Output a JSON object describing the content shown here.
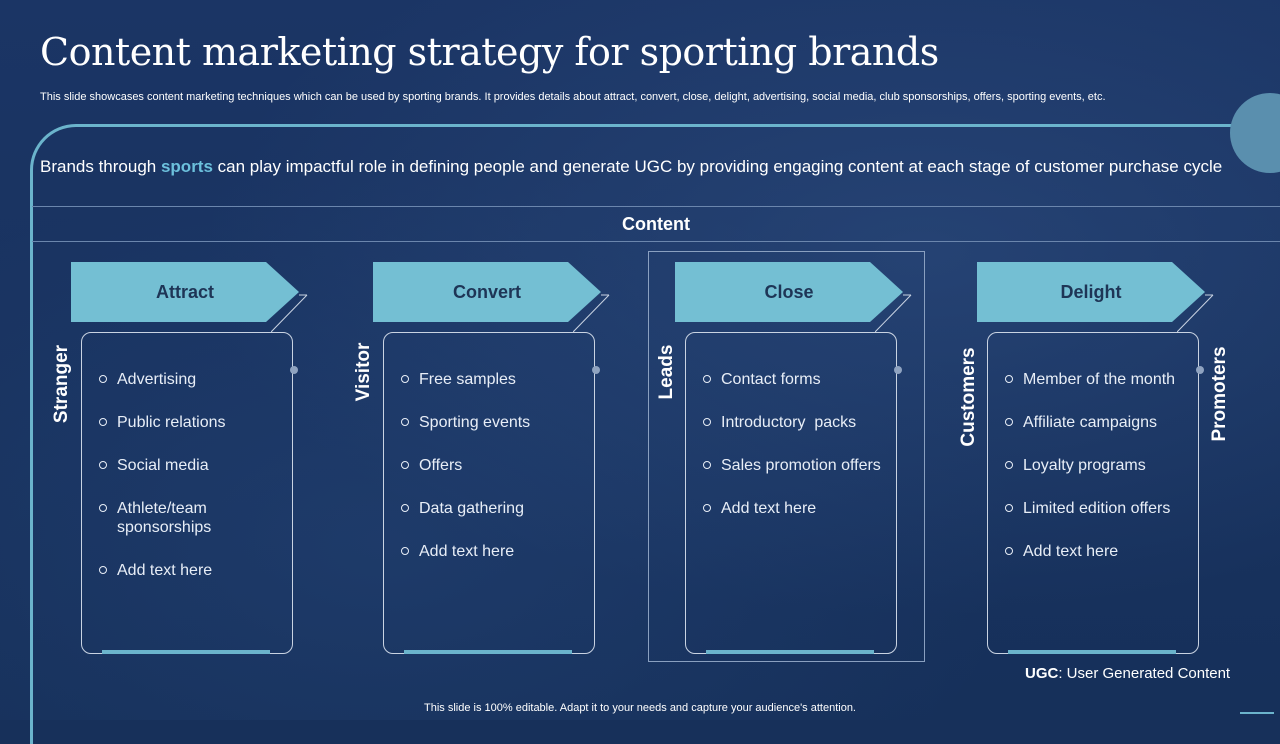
{
  "slide": {
    "title": "Content marketing strategy for sporting brands",
    "subtitle": "This slide showcases content marketing techniques which can be used by sporting brands. It provides details about attract, convert, close, delight, advertising, social media, club sponsorships, offers, sporting events, etc.",
    "intro_before": "Brands through ",
    "intro_highlight": "sports",
    "intro_after": " can play impactful role in defining people and generate UGC by providing engaging content at each stage of customer purchase cycle",
    "content_heading": "Content",
    "ugc_abbr": "UGC",
    "ugc_rest": ": User Generated Content",
    "footer": "This slide is 100% editable. Adapt it to your needs and capture your audience's attention."
  },
  "side_labels": [
    "Stranger",
    "Visitor",
    "Leads",
    "Customers",
    "Promoters"
  ],
  "stages": [
    {
      "label": "Attract",
      "items": [
        "Advertising",
        "Public relations",
        "Social media",
        "Athlete/team sponsorships",
        "Add text here"
      ]
    },
    {
      "label": "Convert",
      "items": [
        "Free samples",
        "Sporting events",
        "Offers",
        "Data gathering",
        "Add text here"
      ]
    },
    {
      "label": "Close",
      "items": [
        "Contact forms",
        "Introductory  packs",
        "Sales promotion offers",
        "Add text here"
      ]
    },
    {
      "label": "Delight",
      "items": [
        "Member of the month",
        "Affiliate campaigns",
        "Loyalty programs",
        "Limited edition offers",
        "Add text here"
      ]
    }
  ],
  "colors": {
    "background": "#17305a",
    "accent": "#6bb4cc",
    "arrow": "#74bfd3",
    "highlight": "#6cc0dc"
  }
}
